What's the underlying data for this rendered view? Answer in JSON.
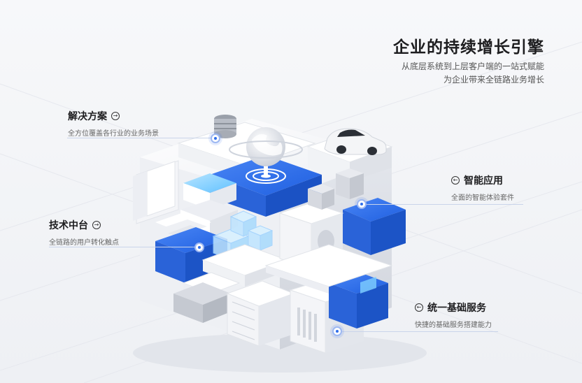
{
  "hero": {
    "title": "企业的持续增长引擎",
    "subtitle_line1": "从底层系统到上层客户端的一站式赋能",
    "subtitle_line2": "为企业带来全链路业务增长"
  },
  "callouts": [
    {
      "id": "solutions",
      "title": "解决方案",
      "desc": "全方位覆盖各行业的业务场景",
      "arrow": "→"
    },
    {
      "id": "tech-platform",
      "title": "技术中台",
      "desc": "全链路的用户转化触点",
      "arrow": "→"
    },
    {
      "id": "smart-apps",
      "title": "智能应用",
      "desc": "全面的智能体验套件",
      "arrow": "←"
    },
    {
      "id": "infra",
      "title": "统一基础服务",
      "desc": "快捷的基础服务搭建能力",
      "arrow": "←"
    }
  ],
  "colors": {
    "accent_blue": "#2f6eeb",
    "light_blue": "#7fb2ff",
    "block_white": "#ffffff",
    "block_shadow": "#d8dbe2",
    "block_grey": "#c4c8d0"
  },
  "icons": {
    "arrow_right": "arrow-right-circle-icon",
    "arrow_left": "arrow-left-circle-icon"
  }
}
